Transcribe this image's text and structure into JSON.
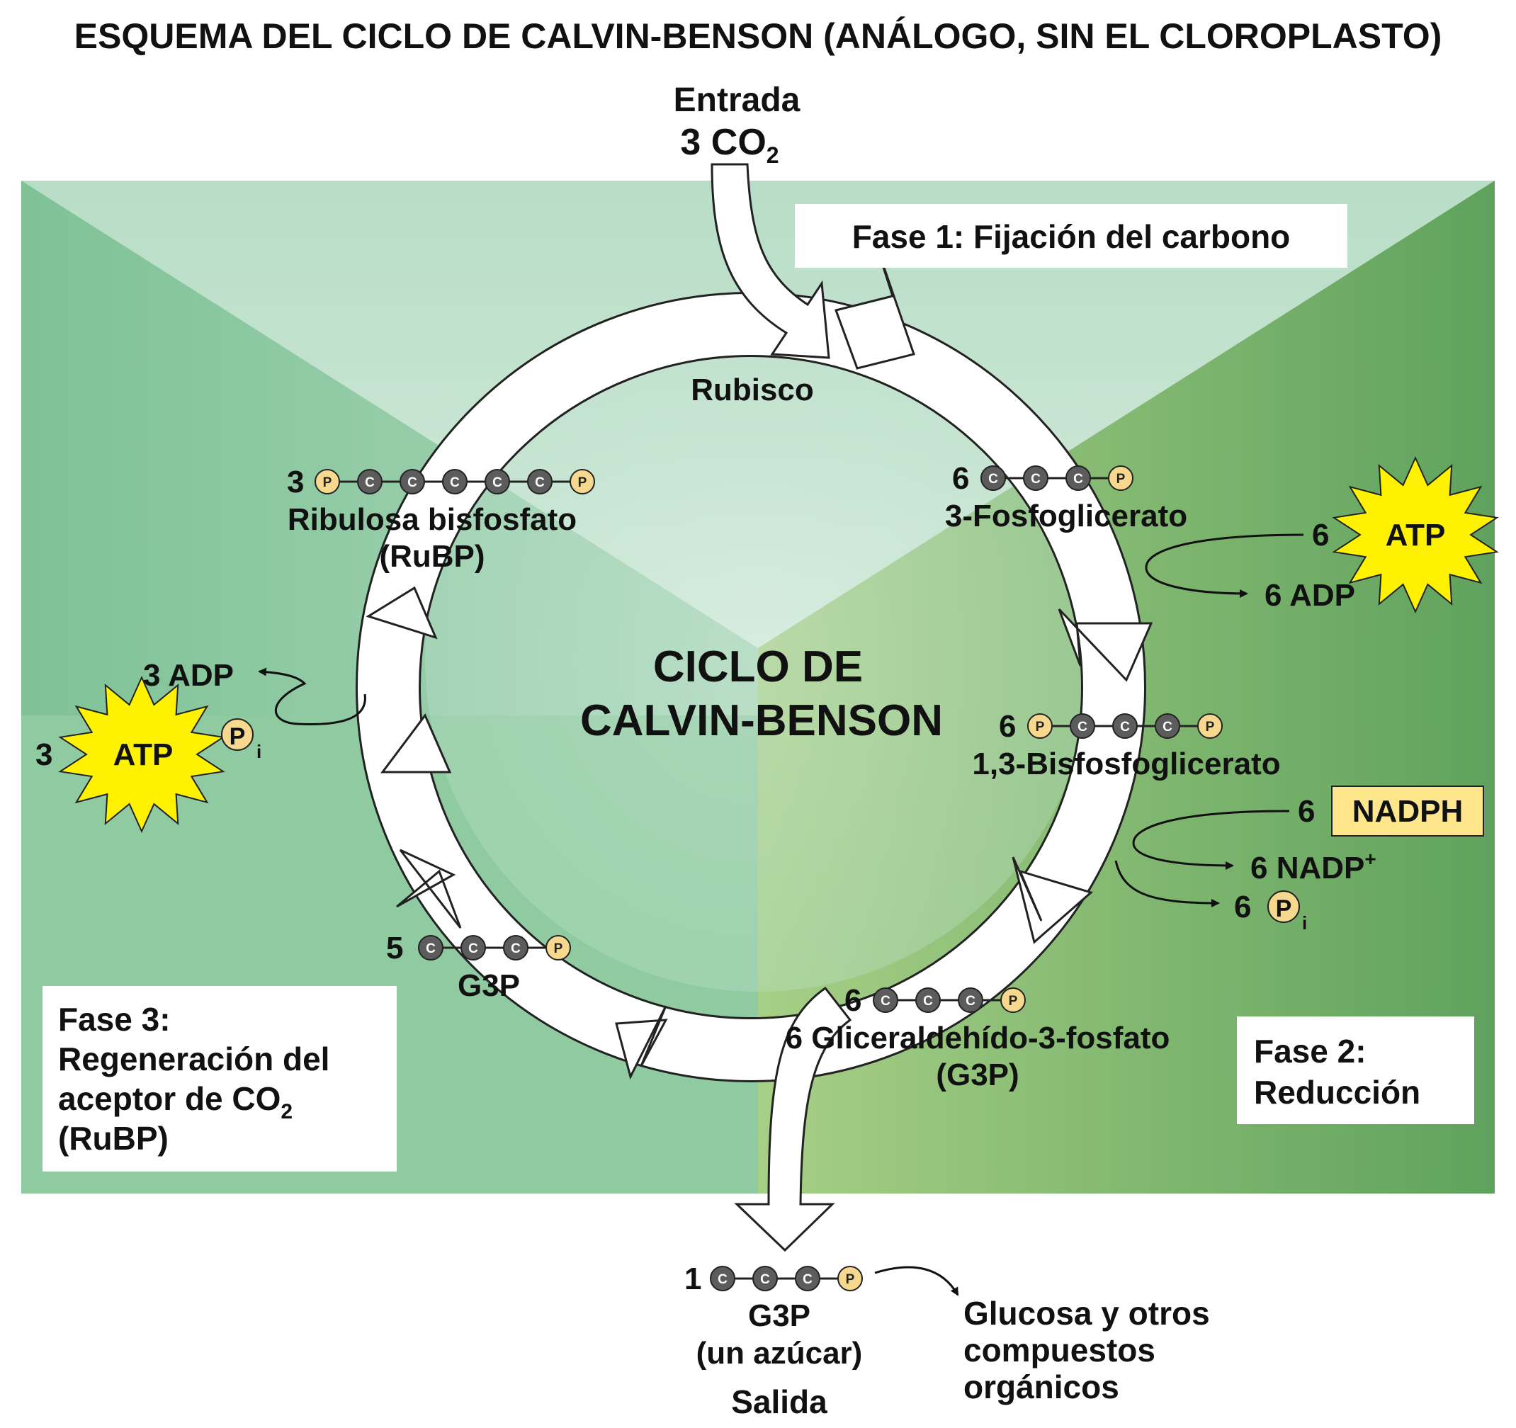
{
  "title": "ESQUEMA DEL CICLO DE CALVIN-BENSON (ANÁLOGO, SIN EL CLOROPLASTO)",
  "input": {
    "label": "Entrada",
    "amount": "3 CO",
    "subscript": "2"
  },
  "phases": {
    "fixation": "Fase 1: Fijación del carbono",
    "reduction": [
      "Fase 2:",
      "Reducción"
    ],
    "regeneration": [
      "Fase 3:",
      "Regeneración del",
      "aceptor de CO",
      "(RuBP)"
    ],
    "regeneration_sub": "2"
  },
  "cycle_name": [
    "CICLO DE",
    "CALVIN-BENSON"
  ],
  "enzyme": "Rubisco",
  "molecules": {
    "rubp": {
      "count": "3",
      "name": "Ribulosa bisfosfato",
      "abbr": "(RuBP)"
    },
    "pga": {
      "count": "6",
      "name": "3-Fosfoglicerato"
    },
    "bpg": {
      "count": "6",
      "name": "1,3-Bisfosfoglicerato"
    },
    "g3p6": {
      "count": "6",
      "name": "6 Gliceraldehído-3-fosfato",
      "abbr": "(G3P)"
    },
    "g3p5": {
      "count": "5",
      "name": "G3P"
    },
    "g3p1": {
      "count": "1",
      "name": "G3P",
      "note": "(un azúcar)"
    }
  },
  "atoms": {
    "carbon": "C",
    "phosphate": "P"
  },
  "energy": {
    "atp_in_right": {
      "count": "6",
      "label": "ATP"
    },
    "adp_out_right": "6 ADP",
    "nadph_in": {
      "count": "6",
      "label": "NADPH"
    },
    "nadp_out": {
      "text": "6 NADP",
      "superscript": "+"
    },
    "pi_out_right": {
      "count": "6",
      "symbol": "P",
      "subscript": "i"
    },
    "atp_in_left": {
      "count": "3",
      "label": "ATP"
    },
    "adp_out_left": "3 ADP",
    "pi_left": {
      "symbol": "P",
      "subscript": "i"
    }
  },
  "output": {
    "label": "Salida",
    "product": [
      "Glucosa y otros",
      "compuestos",
      "orgánicos"
    ]
  },
  "colors": {
    "bg_light": "#c6e6d4",
    "bg_left": "#86c59b",
    "bg_right": "#6aad68",
    "carbon": "#5c5c5c",
    "phosphate": "#f6d98e",
    "atp_star": "#fff200",
    "nadph_box": "#fde68c"
  }
}
